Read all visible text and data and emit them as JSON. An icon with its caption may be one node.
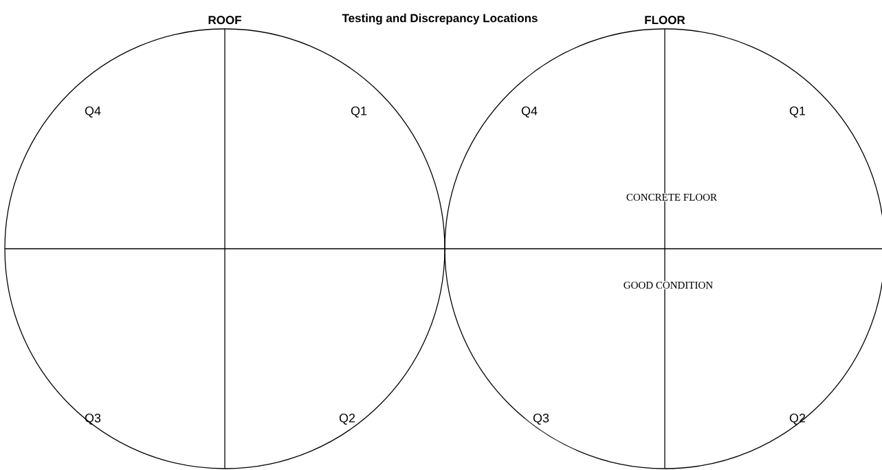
{
  "diagram": {
    "title": "Testing and Discrepancy Locations",
    "nodes": [
      {
        "text": [
          "ROOF"
        ]
      },
      {
        "text": [
          "FLOOR"
        ]
      }
    ],
    "labels": [
      "Q4",
      "Q1",
      "Q4",
      "Q1",
      "CONCRETE FLOOR",
      "GOOD CONDITION",
      "Q3",
      "Q2",
      "Q3",
      "Q2"
    ]
  }
}
